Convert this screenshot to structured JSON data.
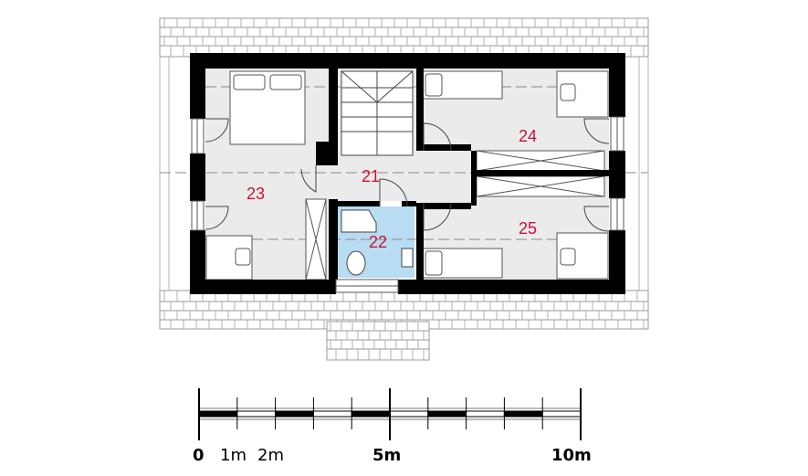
{
  "rooms": [
    {
      "number": "21"
    },
    {
      "number": "22"
    },
    {
      "number": "23"
    },
    {
      "number": "24"
    },
    {
      "number": "25"
    }
  ],
  "scale_bar": {
    "labels": [
      "0",
      "1m",
      "2m",
      "5m",
      "10m"
    ]
  },
  "colors": {
    "wall": "#000000",
    "floor": "#ebebeb",
    "bathroom": "#b8dcf2",
    "room_number": "#d0103a",
    "roof_line": "#9a9a9a"
  }
}
